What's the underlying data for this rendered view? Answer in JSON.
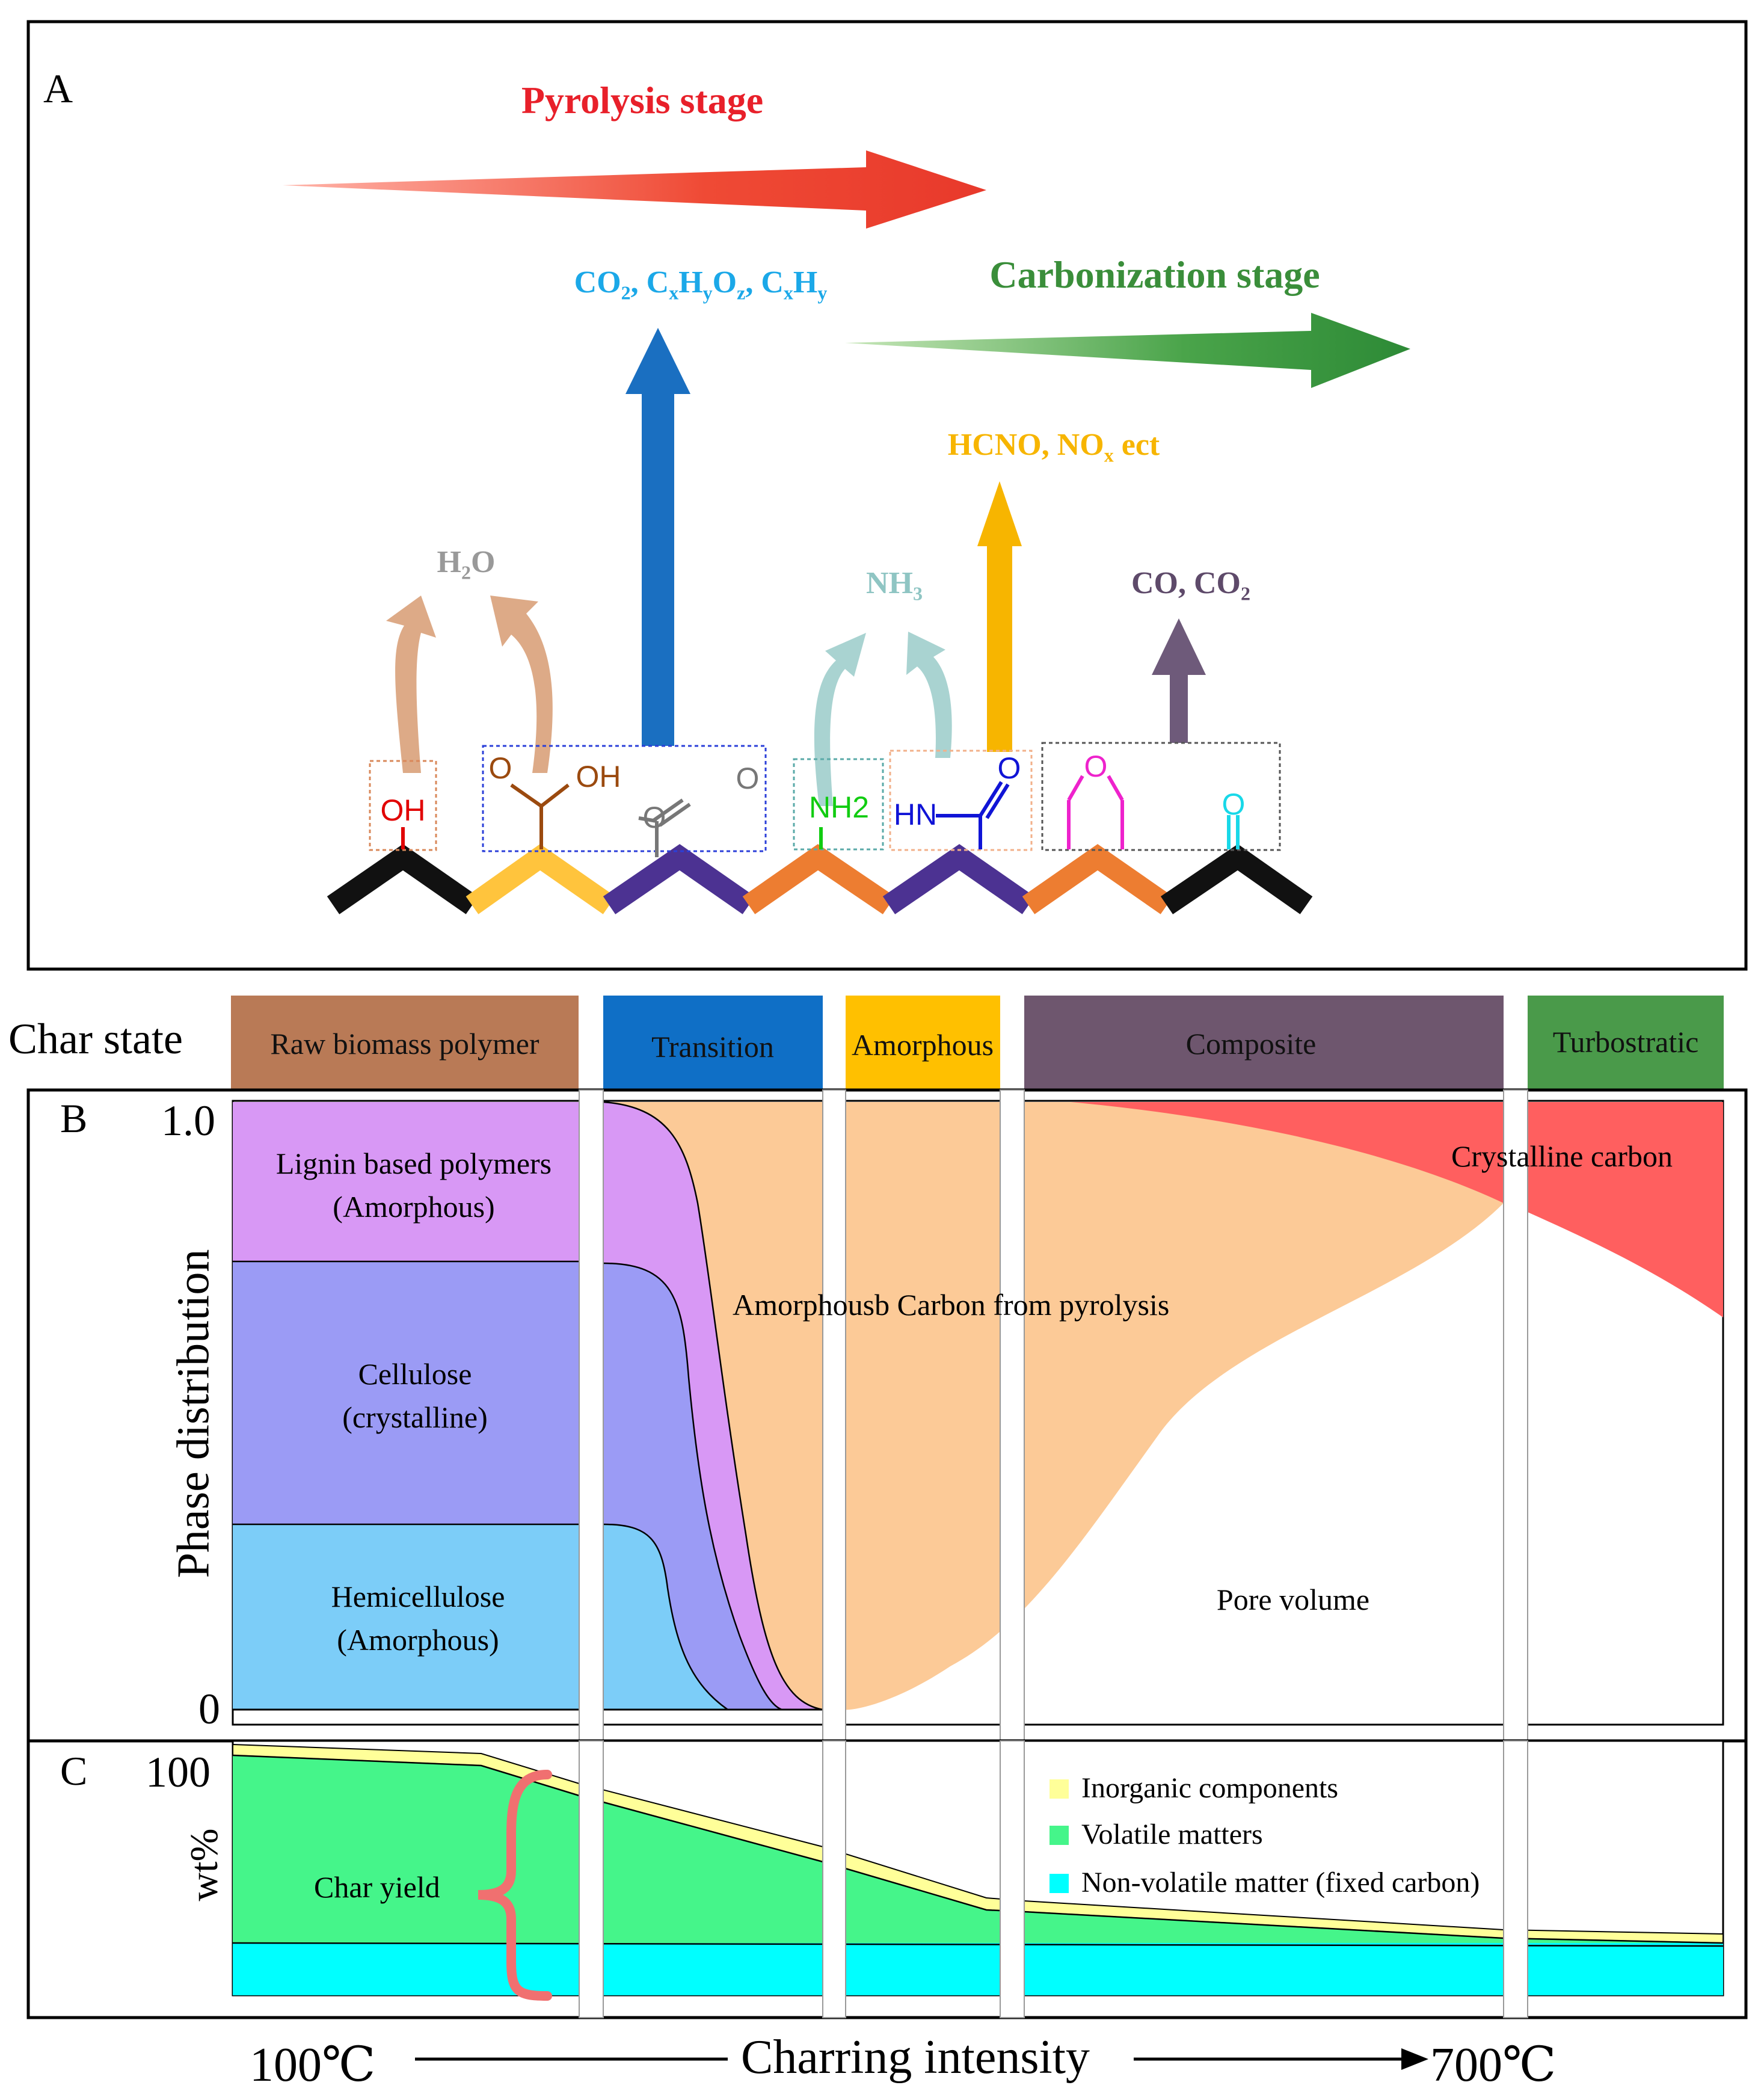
{
  "panel_a": {
    "label": "A",
    "pyrolysis_stage": "Pyrolysis stage",
    "carbonization_stage": "Carbonization stage",
    "gas_co2_cxhyoz_cxhy": {
      "p1": "CO",
      "s1": "2",
      "p2": ", C",
      "s2": "x",
      "p3": "H",
      "s3": "y",
      "p4": "O",
      "s4": "z",
      "p5": ", C",
      "s5": "x",
      "p6": "H",
      "s6": "y"
    },
    "gas_hcno_nox": {
      "p1": "HCNO, NO",
      "s1": "x",
      "p2": " ect"
    },
    "gas_h2o": {
      "p1": "H",
      "s1": "2",
      "p2": "O"
    },
    "gas_nh3": {
      "p1": "NH",
      "s1": "3"
    },
    "gas_co_co2": {
      "p1": "CO, CO",
      "s1": "2"
    },
    "groups": {
      "oh": "OH",
      "cooh_o": "O",
      "cooh_oh": "OH",
      "lactone_o1": "O",
      "lactone_o2": "O",
      "nh2": "NH2",
      "hn": "HN",
      "amide_o": "O",
      "ether_o": "O",
      "ketone_o": "O"
    },
    "colors": {
      "pyrolysis": "#e8392b",
      "carbonization": "#3a8e3a",
      "co2_arrow": "#1a6fc1",
      "nox_arrow": "#f7b500",
      "h2o_arrow": "#c98a63",
      "nh3_arrow": "#8fc5c3",
      "coco2_arrow": "#6e5a7a"
    }
  },
  "char_state": {
    "label": "Char state",
    "stages": [
      {
        "label": "Raw biomass polymer",
        "color": "#b97a56"
      },
      {
        "label": "Transition",
        "color": "#0f6fc6"
      },
      {
        "label": "Amorphous",
        "color": "#ffc000"
      },
      {
        "label": "Composite",
        "color": "#6e566e"
      },
      {
        "label": "Turbostratic",
        "color": "#4a9a4a"
      }
    ]
  },
  "panel_b": {
    "label": "B",
    "ylabel": "Phase distribution",
    "y_top": "1.0",
    "y_bottom": "0",
    "regions": {
      "lignin_line1": "Lignin based polymers",
      "lignin_line2": "(Amorphous)",
      "cellulose_line1": "Cellulose",
      "cellulose_line2": "(crystalline)",
      "hemi_line1": "Hemicellulose",
      "hemi_line2": "(Amorphous)",
      "amorphous_carbon": "Amorphousb Carbon from pyrolysis",
      "pore_volume": "Pore volume",
      "crystalline": "Crystalline carbon"
    },
    "colors": {
      "lignin": "#d898f5",
      "cellulose": "#9b9bf5",
      "hemicellulose": "#7ccdf8",
      "amorphous_carbon": "#fcca97",
      "crystalline": "#ff5f5f",
      "pore": "#ffffff"
    }
  },
  "panel_c": {
    "label": "C",
    "ylabel": "wt%",
    "y_top": "100",
    "char_yield": "Char yield",
    "legend": [
      {
        "label": "Inorganic components",
        "color": "#ffff99"
      },
      {
        "label": "Volatile matters",
        "color": "#45f58a"
      },
      {
        "label": "Non-volatile matter (fixed carbon)",
        "color": "#00ffff"
      }
    ]
  },
  "x_axis": {
    "start": "100℃",
    "label": "Charring intensity",
    "end": "700℃"
  }
}
